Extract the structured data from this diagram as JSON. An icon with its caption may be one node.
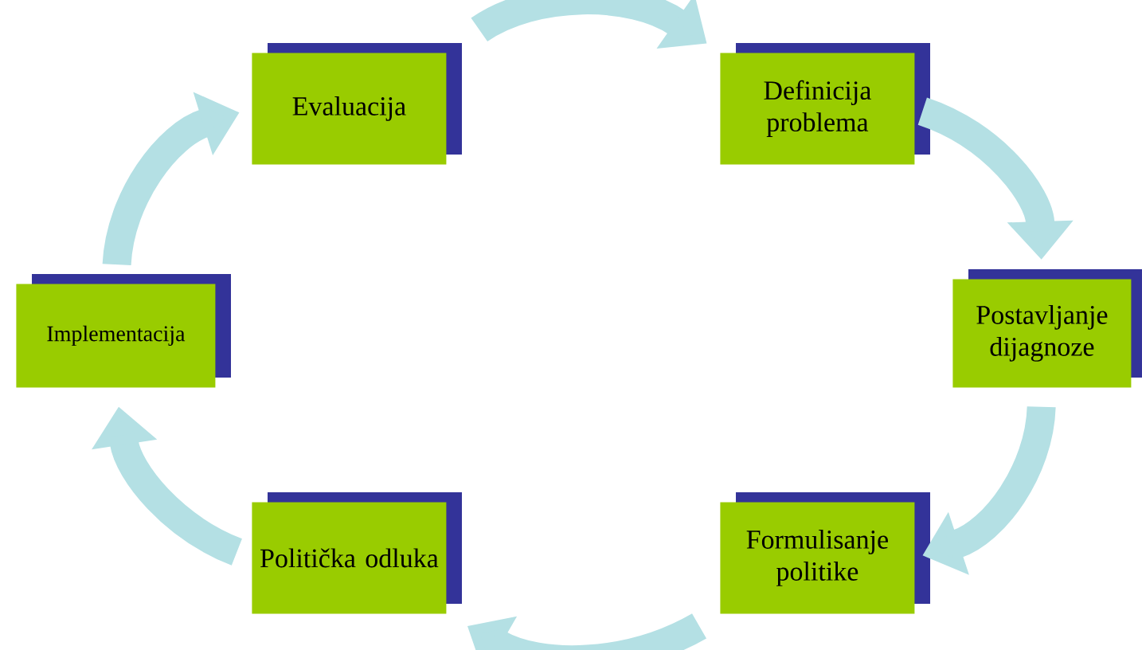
{
  "diagram": {
    "nodes": [
      {
        "text": [
          "Evaluacija"
        ]
      },
      {
        "text": [
          "Definicija problema"
        ]
      },
      {
        "text": [
          "Postavljanje dijagnoze"
        ]
      },
      {
        "text": [
          "Formulisanje politike"
        ]
      },
      {
        "text": [
          "Politička odluka"
        ]
      },
      {
        "text": [
          "Implementacija"
        ]
      }
    ],
    "edges": [
      {
        "from": 0,
        "to": 1,
        "arrow": "to"
      },
      {
        "from": 1,
        "to": 2,
        "arrow": "to"
      },
      {
        "from": 2,
        "to": 3,
        "arrow": "to"
      },
      {
        "from": 3,
        "to": 4,
        "arrow": "to"
      },
      {
        "from": 4,
        "to": 5,
        "arrow": "to"
      },
      {
        "from": 5,
        "to": 0,
        "arrow": "to"
      }
    ]
  }
}
